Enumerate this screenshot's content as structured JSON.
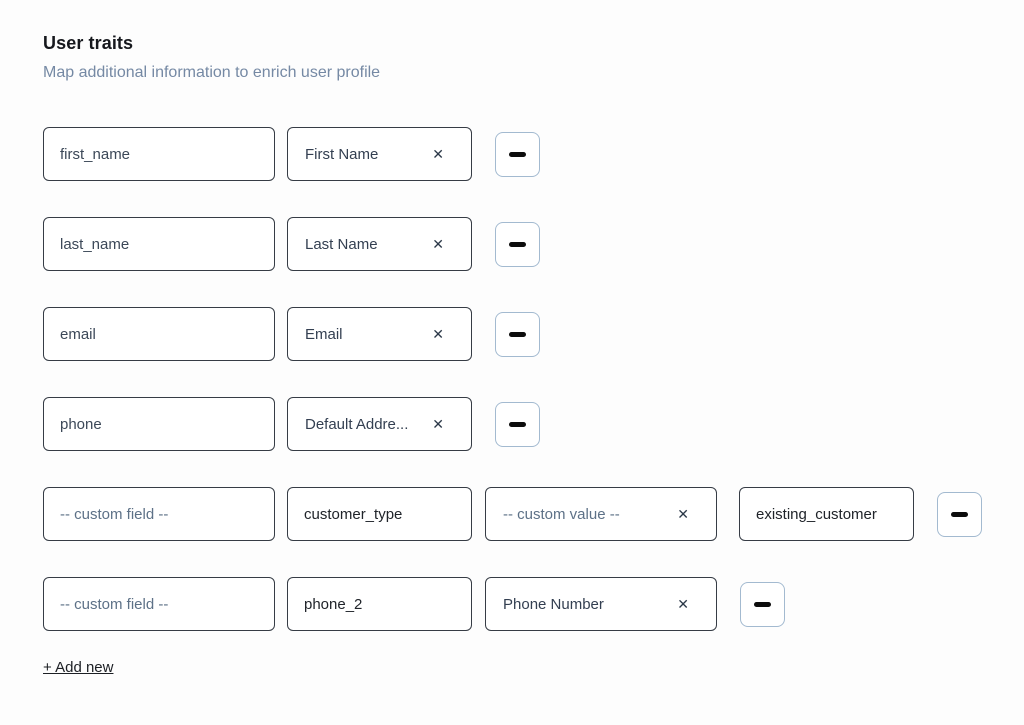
{
  "header": {
    "title": "User traits",
    "subtitle": "Map additional information to enrich user profile"
  },
  "rows": [
    {
      "field": "first_name",
      "trait": "First Name"
    },
    {
      "field": "last_name",
      "trait": "Last Name"
    },
    {
      "field": "email",
      "trait": "Email"
    },
    {
      "field": "phone",
      "trait": "Default Addre..."
    }
  ],
  "custom_rows": [
    {
      "field_placeholder": "-- custom field --",
      "key": "customer_type",
      "value_trait": "-- custom value --",
      "value": "existing_customer"
    },
    {
      "field_placeholder": "-- custom field --",
      "key": "phone_2",
      "value_trait": "Phone Number"
    }
  ],
  "add_new_label": "+ Add new",
  "icons": {
    "clear": "✕",
    "remove": "minus"
  },
  "colors": {
    "input_border": "#363c45",
    "remove_button_border": "#a3bad0",
    "subtitle_text": "#7589a4",
    "muted_text": "#5d7187"
  }
}
